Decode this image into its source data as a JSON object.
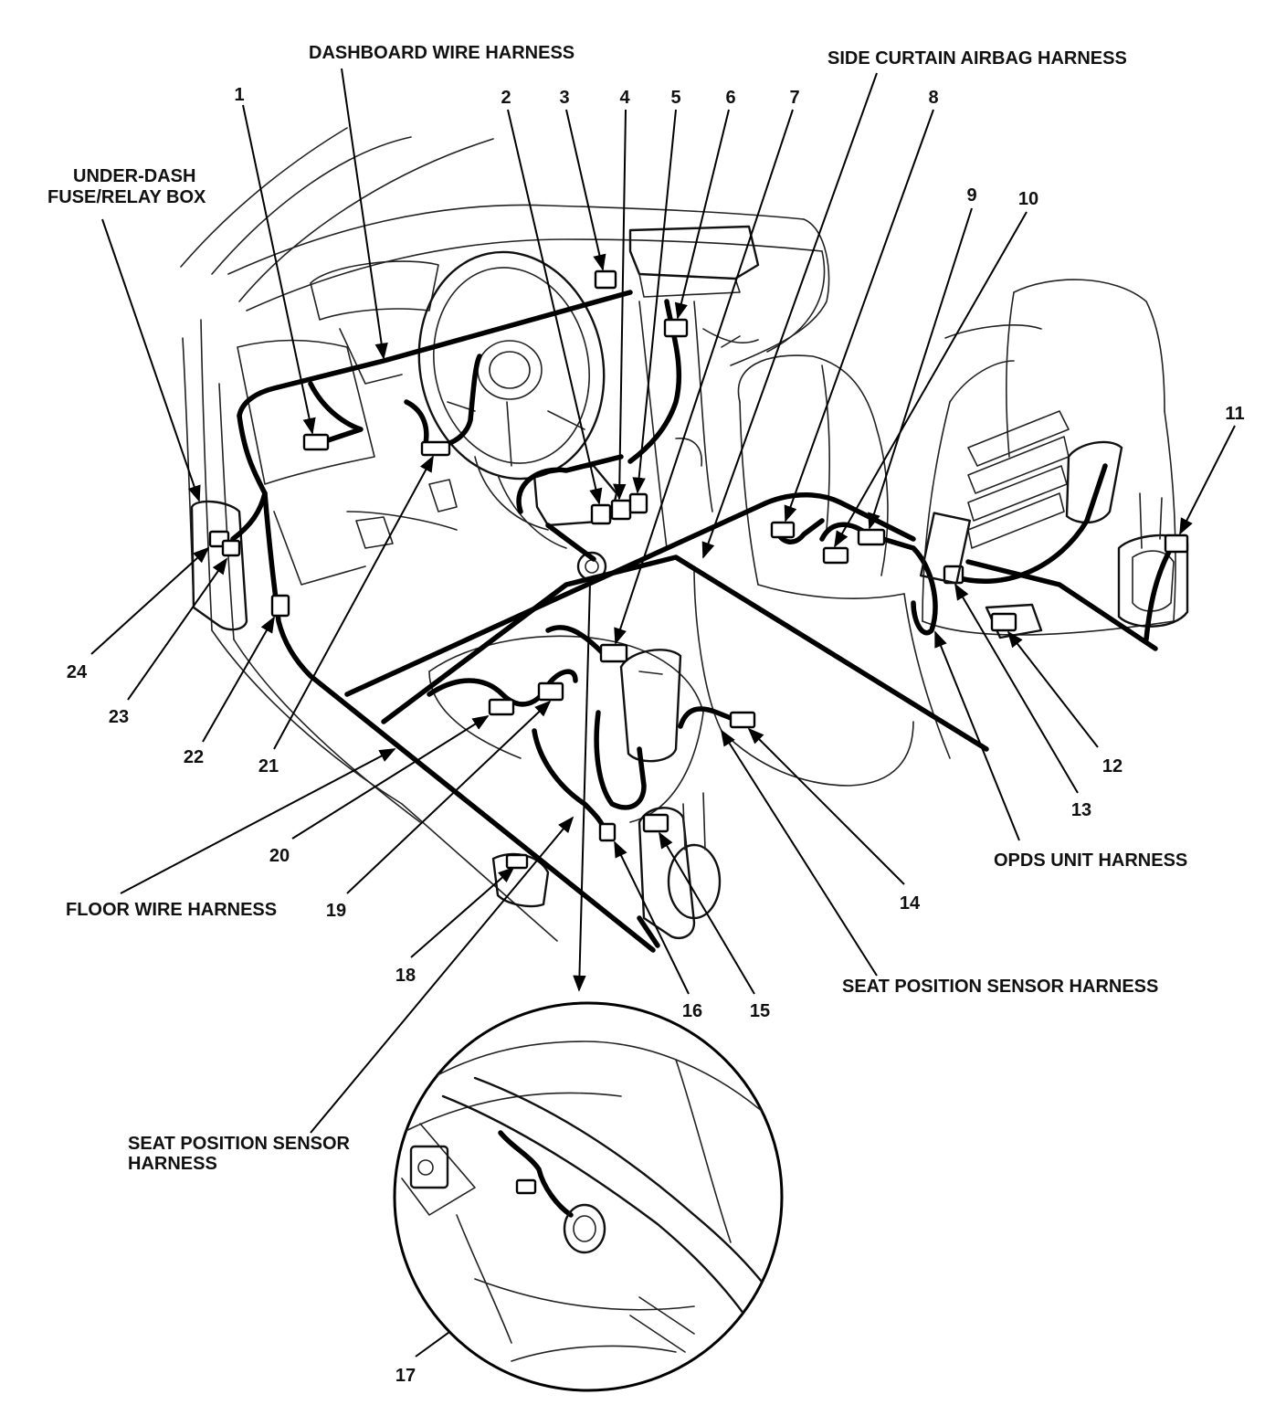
{
  "labels": {
    "dashboard_harness": "DASHBOARD WIRE HARNESS",
    "side_curtain_harness": "SIDE CURTAIN AIRBAG HARNESS",
    "underdash_line1": "UNDER-DASH",
    "underdash_line2": "FUSE/RELAY BOX",
    "floor_harness": "FLOOR WIRE HARNESS",
    "opds_harness": "OPDS UNIT HARNESS",
    "seat_sensor_harness": "SEAT POSITION SENSOR HARNESS",
    "seat_sensor_harness2_line1": "SEAT POSITION SENSOR",
    "seat_sensor_harness2_line2": "HARNESS"
  },
  "callouts": {
    "n1": "1",
    "n2": "2",
    "n3": "3",
    "n4": "4",
    "n5": "5",
    "n6": "6",
    "n7": "7",
    "n8": "8",
    "n9": "9",
    "n10": "10",
    "n11": "11",
    "n12": "12",
    "n13": "13",
    "n14": "14",
    "n15": "15",
    "n16": "16",
    "n17": "17",
    "n18": "18",
    "n19": "19",
    "n20": "20",
    "n21": "21",
    "n22": "22",
    "n23": "23",
    "n24": "24"
  }
}
